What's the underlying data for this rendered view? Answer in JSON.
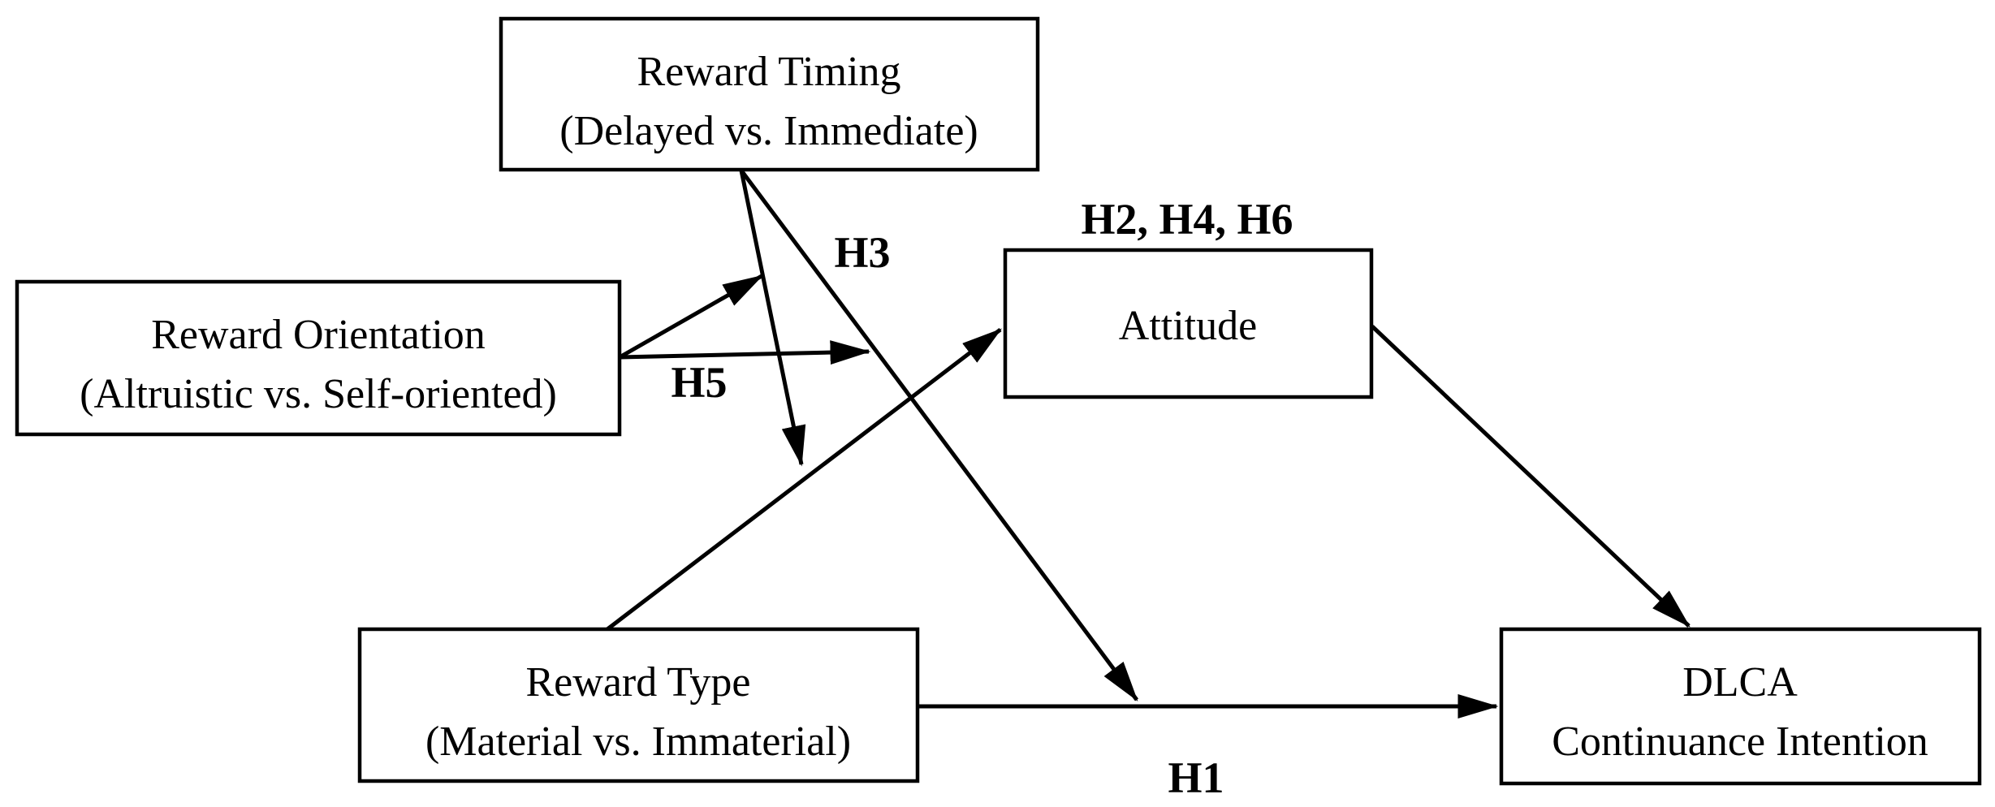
{
  "figure": {
    "type": "conceptual-model-diagram",
    "background_color": "#ffffff",
    "ink_color": "#000000",
    "nodes": {
      "reward_timing": {
        "lines": [
          "Reward Timing",
          "(Delayed vs. Immediate)"
        ]
      },
      "reward_orientation": {
        "lines": [
          "Reward Orientation",
          "(Altruistic vs. Self-oriented)"
        ]
      },
      "attitude": {
        "lines": [
          "Attitude"
        ]
      },
      "reward_type": {
        "lines": [
          "Reward Type",
          "(Material vs. Immaterial)"
        ]
      },
      "dlca": {
        "lines": [
          "DLCA",
          "Continuance Intention"
        ]
      }
    },
    "labels": {
      "h1": "H1",
      "h3": "H3",
      "h5": "H5",
      "h2_h4_h6": "H2, H4, H6"
    },
    "edges": [
      {
        "from": "Reward Type",
        "to": "Attitude"
      },
      {
        "from": "Reward Type",
        "to": "DLCA Continuance Intention",
        "label": "H1"
      },
      {
        "from": "Attitude",
        "to": "DLCA Continuance Intention"
      },
      {
        "from": "Reward Timing",
        "to": "path Reward Type to Attitude"
      },
      {
        "from": "Reward Timing",
        "to": "path Reward Type to DLCA",
        "label": "H3"
      },
      {
        "from": "Reward Orientation",
        "to": "moderation arrow of Reward Timing (short)"
      },
      {
        "from": "Reward Orientation",
        "to": "moderation arrow of Reward Timing (long)",
        "label": "H5"
      },
      {
        "note": "label above Attitude",
        "label": "H2, H4, H6"
      }
    ]
  }
}
